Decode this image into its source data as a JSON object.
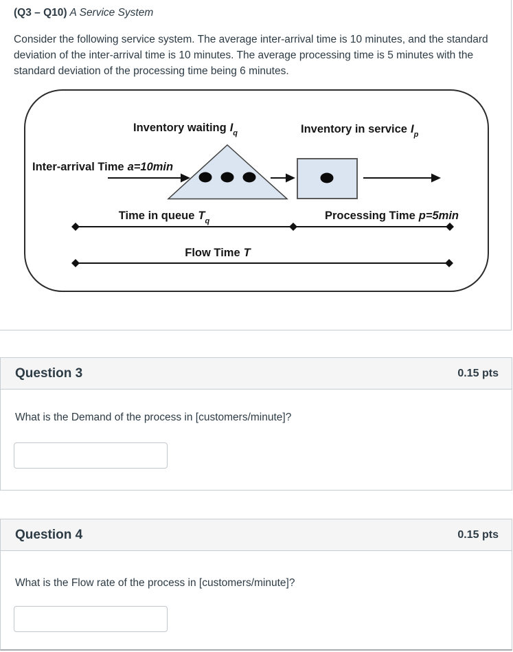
{
  "intro": {
    "title_bold": "(Q3 – Q10)",
    "title_italic": "A Service System",
    "description": "Consider the following service system. The average inter-arrival time is 10 minutes, and the standard deviation of the inter-arrival time is 10 minutes. The average processing time is 5 minutes with the standard deviation of the processing time being 6 minutes."
  },
  "diagram": {
    "inventory_waiting": {
      "label": "Inventory waiting",
      "var": "I",
      "sub": "q"
    },
    "inventory_in_service": {
      "label": "Inventory in service",
      "var": "I",
      "sub": "p"
    },
    "inter_arrival": {
      "label": "Inter-arrival Time",
      "var": "a=10min"
    },
    "time_in_queue": {
      "label": "Time in queue",
      "var": "T",
      "sub": "q"
    },
    "processing_time": {
      "label": "Processing Time",
      "var": "p=5min"
    },
    "flow_time": {
      "label": "Flow Time",
      "var": "T"
    },
    "waiting_dots_count": 3,
    "service_dots_count": 1
  },
  "questions": [
    {
      "title": "Question 3",
      "points": "0.15 pts",
      "prompt": "What is the Demand of the process in [customers/minute]?",
      "value": ""
    },
    {
      "title": "Question 4",
      "points": "0.15 pts",
      "prompt": "What is the Flow rate of the process in [customers/minute]?",
      "value": ""
    }
  ],
  "colors": {
    "text": "#2D3B45",
    "section_border": "#C7CDD1",
    "question_header_bg": "#F5F5F5",
    "diagram_shape_fill": "#DBE5F1",
    "diagram_shape_stroke": "#595959",
    "diagram_ink": "#111111"
  }
}
